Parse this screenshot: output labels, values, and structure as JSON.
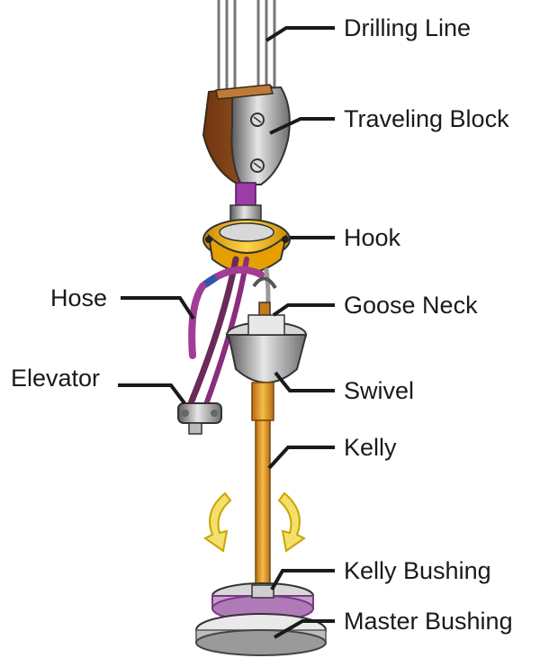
{
  "labels": {
    "drilling_line": "Drilling Line",
    "traveling_block": "Traveling Block",
    "hook": "Hook",
    "goose_neck": "Goose Neck",
    "hose": "Hose",
    "swivel": "Swivel",
    "elevator": "Elevator",
    "kelly": "Kelly",
    "kelly_bushing": "Kelly Bushing",
    "master_bushing": "Master Bushing"
  },
  "colors": {
    "leader": "#1a1a1a",
    "steel": "#8e8e8e",
    "block_bronze": "#8a4a1e",
    "hook_gold": "#f0b400",
    "hose_purple": "#8a2d7e",
    "kelly_orange": "#e39a20",
    "arrow_yellow": "#f3e06a"
  }
}
